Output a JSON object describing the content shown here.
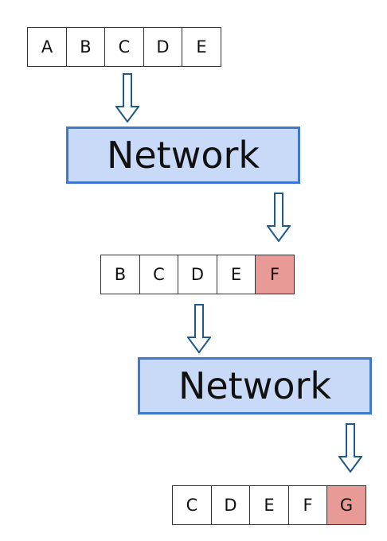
{
  "colors": {
    "network_fill": "#c9daf8",
    "network_border": "#3e79cf",
    "highlight": "#e89a96",
    "arrow_stroke": "#1f5a8a"
  },
  "rows": [
    {
      "cells": [
        "A",
        "B",
        "C",
        "D",
        "E"
      ],
      "highlight": []
    },
    {
      "cells": [
        "B",
        "C",
        "D",
        "E",
        "F"
      ],
      "highlight": [
        4
      ]
    },
    {
      "cells": [
        "C",
        "D",
        "E",
        "F",
        "G"
      ],
      "highlight": [
        4
      ]
    }
  ],
  "networks": [
    {
      "label": "Network"
    },
    {
      "label": "Network"
    }
  ],
  "arrows": [
    "arrow-down-icon",
    "arrow-down-icon",
    "arrow-down-icon",
    "arrow-down-icon"
  ]
}
